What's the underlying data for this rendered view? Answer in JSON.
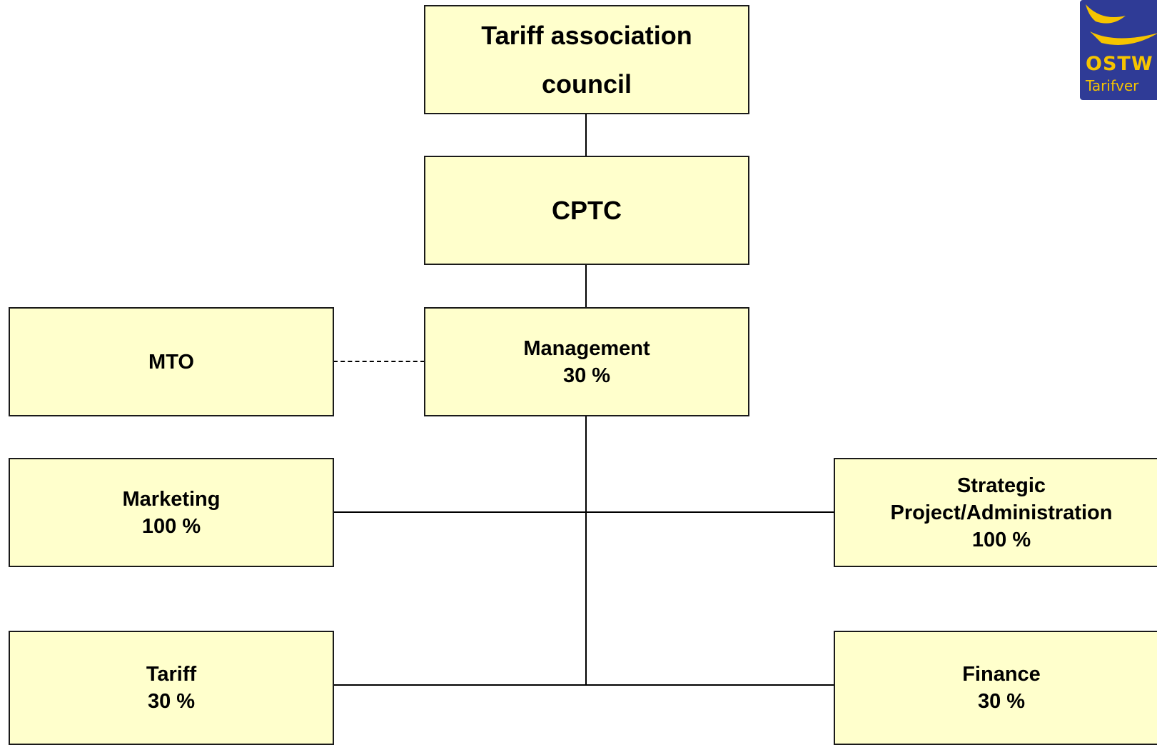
{
  "logo": {
    "word": "OSTW",
    "subtitle": "Tarifver"
  },
  "nodes": {
    "council": {
      "line1": "Tariff association",
      "line2": "council"
    },
    "cptc": {
      "label": "CPTC"
    },
    "management": {
      "name": "Management",
      "percent": "30 %"
    },
    "mto": {
      "label": "MTO"
    },
    "marketing": {
      "name": "Marketing",
      "percent": "100 %"
    },
    "strategic": {
      "line1": "Strategic",
      "line2": "Project/Administration",
      "percent": "100 %"
    },
    "tariff": {
      "name": "Tariff",
      "percent": "30 %"
    },
    "finance": {
      "name": "Finance",
      "percent": "30 %"
    }
  },
  "colors": {
    "box_fill": "#ffffcc",
    "box_border": "#1a1a1a",
    "logo_background": "#2f3b96",
    "logo_accent": "#f6c400"
  }
}
